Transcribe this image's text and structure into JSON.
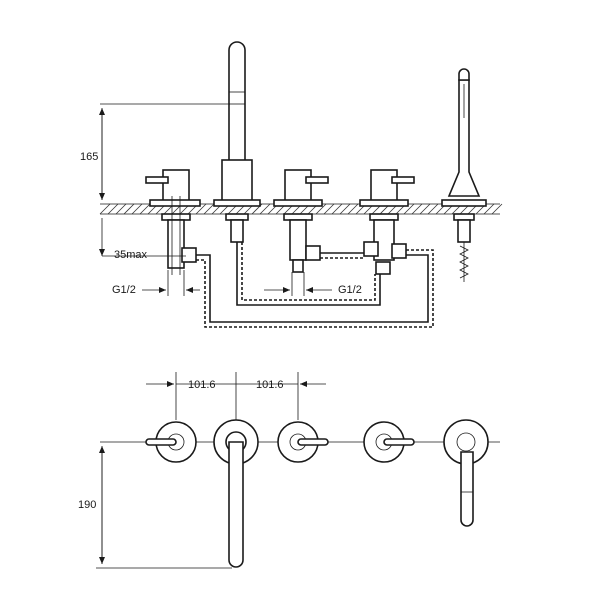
{
  "dimensions": {
    "height_spout": "165",
    "below_deck": "35max",
    "thread_left": "G1/2",
    "thread_right": "G1/2",
    "spacing_1": "101.6",
    "spacing_2": "101.6",
    "depth_top_view": "190"
  },
  "colors": {
    "line": "#1a1a1a",
    "background": "#ffffff"
  }
}
